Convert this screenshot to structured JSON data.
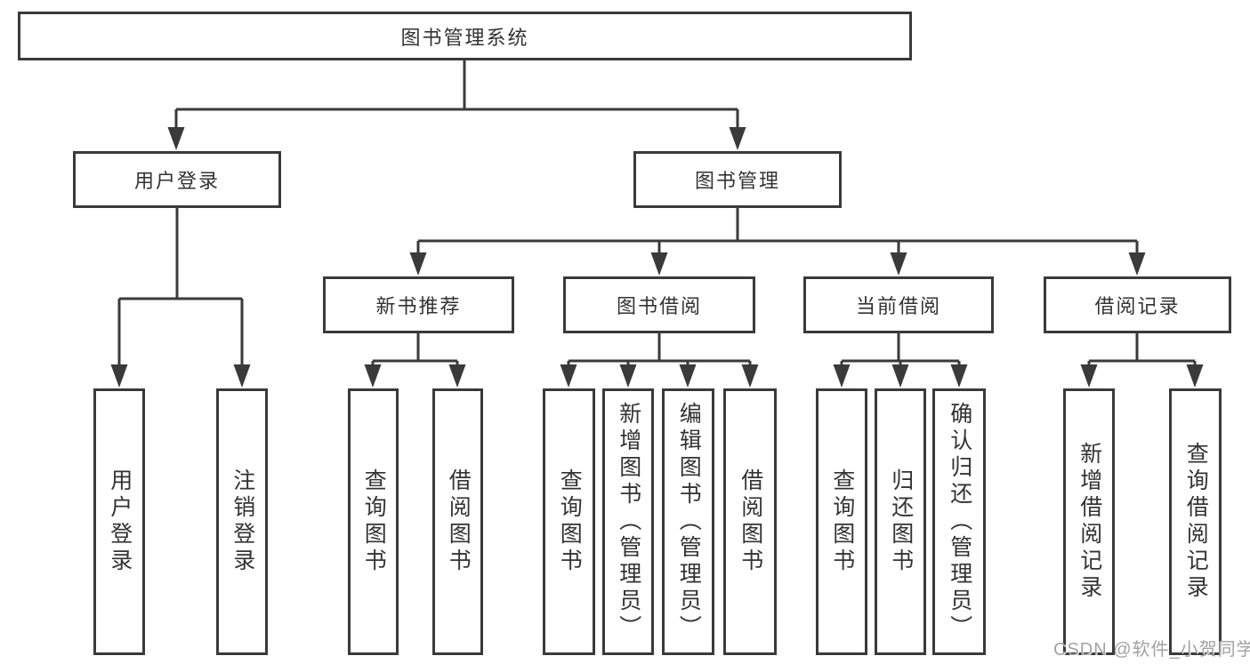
{
  "tree": {
    "root": {
      "label": "图书管理系统"
    },
    "branches": [
      {
        "label": "用户登录",
        "children": [
          {
            "label": "用户登录"
          },
          {
            "label": "注销登录"
          }
        ]
      },
      {
        "label": "图书管理",
        "children": [
          {
            "label": "新书推荐",
            "children": [
              {
                "label": "查询图书"
              },
              {
                "label": "借阅图书"
              }
            ]
          },
          {
            "label": "图书借阅",
            "children": [
              {
                "label": "查询图书"
              },
              {
                "label": "新增图书（管理员）"
              },
              {
                "label": "编辑图书（管理员）"
              },
              {
                "label": "借阅图书"
              }
            ]
          },
          {
            "label": "当前借阅",
            "children": [
              {
                "label": "查询图书"
              },
              {
                "label": "归还图书"
              },
              {
                "label": "确认归还（管理员）"
              }
            ]
          },
          {
            "label": "借阅记录",
            "children": [
              {
                "label": "新增借阅记录"
              },
              {
                "label": "查询借阅记录"
              }
            ]
          }
        ]
      }
    ]
  },
  "watermark": {
    "text": "CSDN @软件_小贺同学"
  },
  "colors": {
    "line": "#3a3a3a",
    "text": "#333333",
    "watermark": "#a2a2a2",
    "background": "#ffffff"
  }
}
